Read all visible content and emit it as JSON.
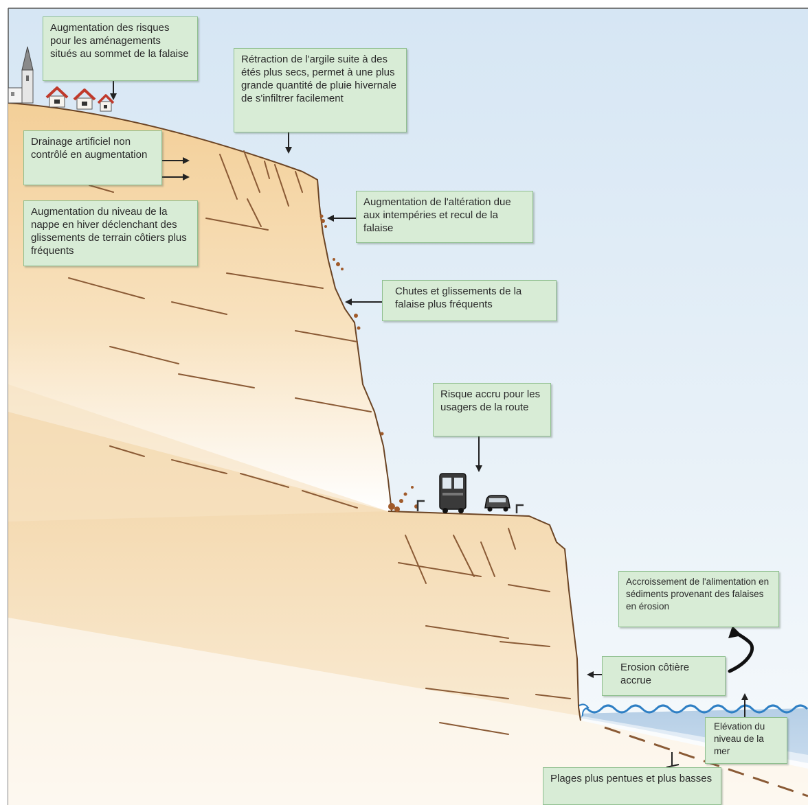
{
  "callouts": {
    "top_risk": "Augmentation des risques pour les aménagements situés au sommet de la falaise",
    "clay": "Rétraction de l'argile suite à des étés plus secs, permet à une plus grande quantité de pluie hivernale de s'infiltrer facilement",
    "drainage": "Drainage artificiel non contrôlé en augmentation",
    "water_table": "Augmentation du niveau de la nappe en hiver déclenchant des glissements de terrain côtiers plus fréquents",
    "weathering": "Augmentation de l'altération due aux intempéries et recul de la falaise",
    "falls": "Chutes et glissements de la falaise plus fréquents",
    "road": "Risque accru pour les usagers de la route",
    "sediments": "Accroissement de l'alimentation en sédiments provenant des falaises en érosion",
    "erosion": "Erosion côtière accrue",
    "sea_level": "Elévation du niveau de la mer",
    "beaches": "Plages plus pentues et plus basses"
  },
  "colors": {
    "cliff": "#f5d7a6",
    "cliff_light": "#fcf0d9",
    "sky": "#e4eff8",
    "sea": "#a9c7e3",
    "box_fill": "#d8ecd6",
    "crack": "#8a5a35"
  }
}
